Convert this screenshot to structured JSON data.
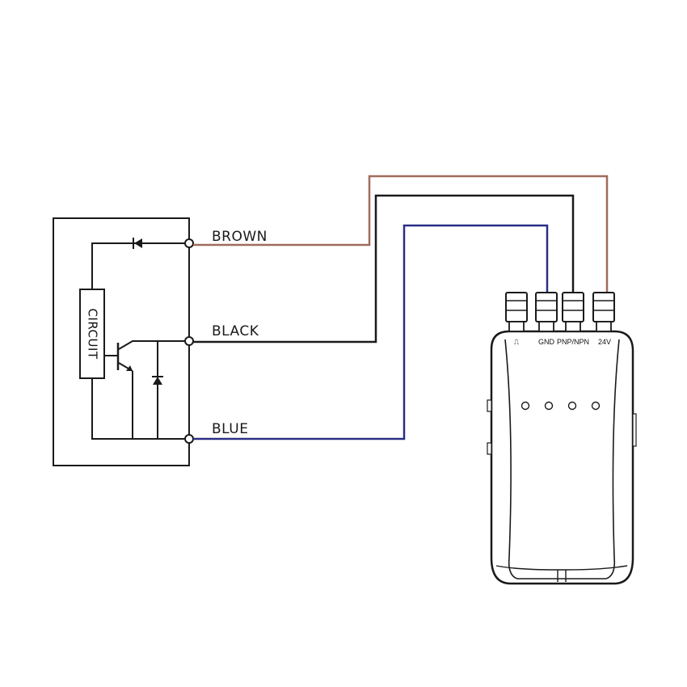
{
  "diagram": {
    "circuit_label": "CIRCUIT",
    "wires": [
      {
        "label": "BROWN",
        "color": "#a06b5a"
      },
      {
        "label": "BLACK",
        "color": "#1a1a1a"
      },
      {
        "label": "BLUE",
        "color": "#2a2f86"
      }
    ],
    "device": {
      "ports": [
        {
          "label": "⎍",
          "icon": "pulse-icon"
        },
        {
          "label": "GND"
        },
        {
          "label": "PNP/NPN"
        },
        {
          "label": "24V"
        }
      ]
    }
  }
}
